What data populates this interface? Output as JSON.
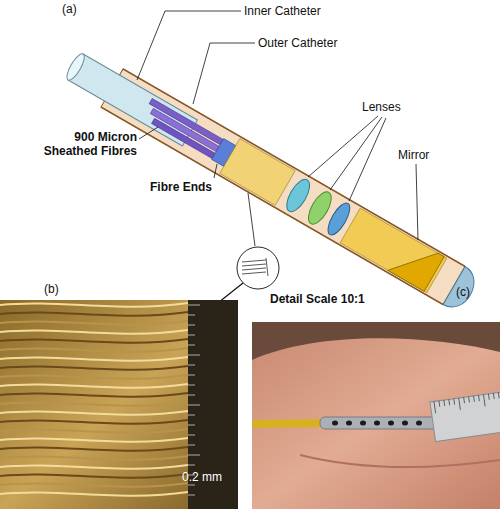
{
  "diagram": {
    "labels": [
      "(a)",
      "Inner Catheter",
      "Outer Catheter",
      "900 Micron Sheathed Fibres",
      "Fibre Ends",
      "Lenses",
      "Mirror",
      "Detail Scale 10:1",
      "(b)",
      "0.2 mm",
      "(c)"
    ]
  }
}
